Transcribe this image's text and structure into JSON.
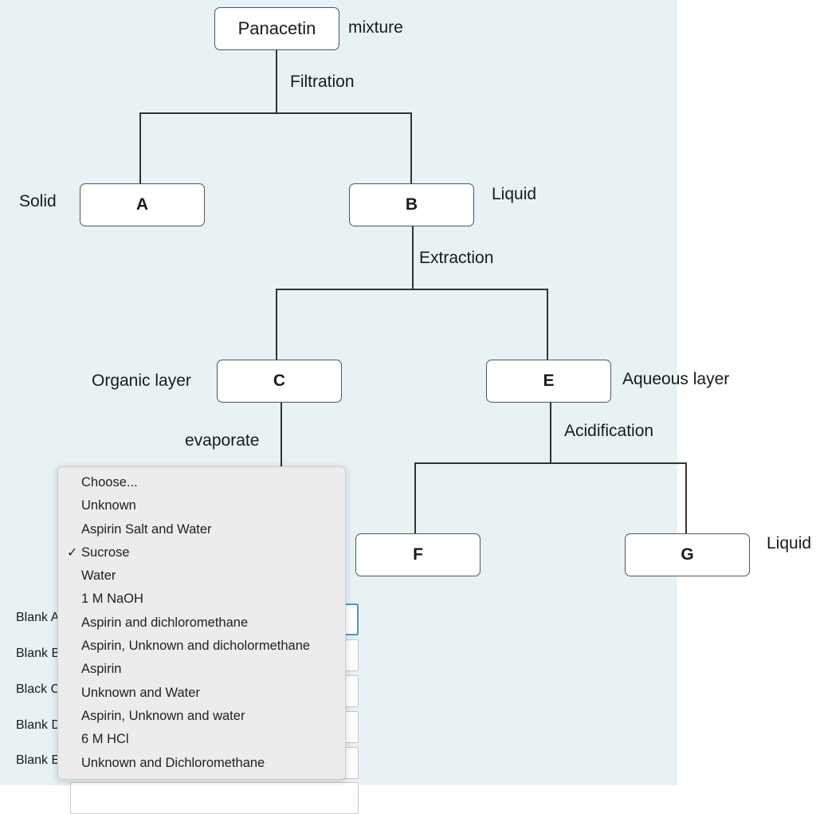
{
  "diagram": {
    "nodes": {
      "panacetin": "Panacetin",
      "a": "A",
      "b": "B",
      "c": "C",
      "e": "E",
      "f": "F",
      "g": "G"
    },
    "labels": {
      "mixture": "mixture",
      "filtration": "Filtration",
      "solid": "Solid",
      "liquid_b": "Liquid",
      "extraction": "Extraction",
      "organic_layer": "Organic layer",
      "aqueous_layer": "Aqueous layer",
      "evaporate": "evaporate",
      "acidification": "Acidification",
      "liquid_g": "Liquid"
    }
  },
  "blanks": [
    {
      "label": "Blank A"
    },
    {
      "label": "Blank B"
    },
    {
      "label": "Black C"
    },
    {
      "label": "Blank D"
    },
    {
      "label": "Blank E"
    }
  ],
  "dropdown": {
    "selected": "Sucrose",
    "check_glyph": "✓",
    "options": [
      "Choose...",
      "Unknown",
      "Aspirin Salt and Water",
      "Sucrose",
      "Water",
      "1 M NaOH",
      "Aspirin and dichloromethane",
      "Aspirin, Unknown and dicholormethane",
      "Aspirin",
      "Unknown and Water",
      "Aspirin, Unknown and water",
      "6 M HCl",
      "Unknown and Dichloromethane"
    ]
  },
  "colors": {
    "diagram_background": "#e8f2f5",
    "dropdown_background": "#ececec",
    "focus_border": "#4a9bb5"
  }
}
